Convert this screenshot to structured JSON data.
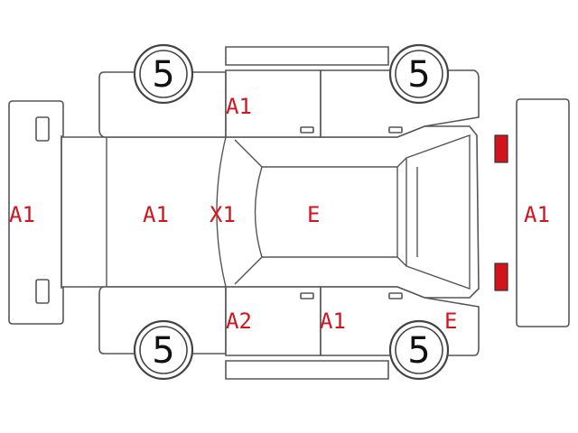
{
  "colors": {
    "damage_label": "#d4141c",
    "outline": "#555555",
    "front_lamp": "#f2ee00",
    "rear_lamp": "#d4141c"
  },
  "wheels": {
    "front_left": "5",
    "front_right": "5",
    "rear_left": "5",
    "rear_right": "5"
  },
  "damage_labels": {
    "front_bumper": "A1",
    "hood": "A1",
    "windshield": "X1",
    "roof": "E",
    "rear_bumper": "A1",
    "right_side_top": "A1",
    "left_front_door": "A2",
    "left_rear_door": "A1",
    "left_rear_quarter": "E"
  }
}
